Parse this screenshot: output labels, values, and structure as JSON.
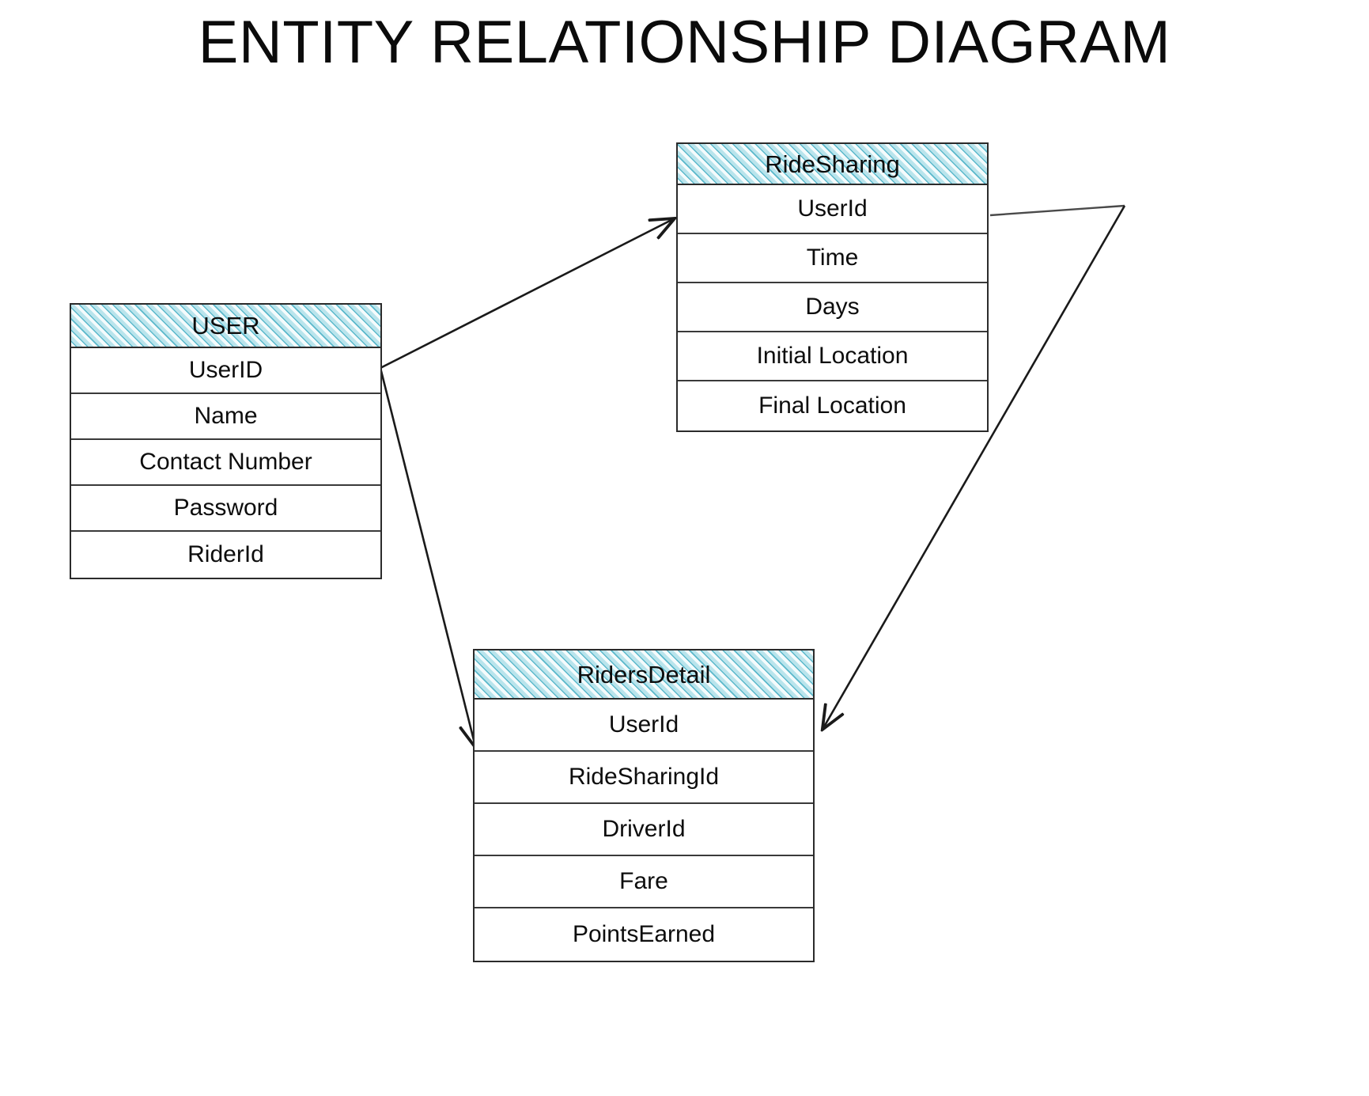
{
  "title": "ENTITY RELATIONSHIP DIAGRAM",
  "colors": {
    "header_fill": "#b9e4ec",
    "header_hatch": "#0e94b0",
    "border": "#2b2b2b",
    "text": "#0d0d0d",
    "background": "#ffffff",
    "connector": "#1a1a1a"
  },
  "entities": [
    {
      "id": "user",
      "name": "USER",
      "attributes": [
        {
          "label": "UserID"
        },
        {
          "label": "Name"
        },
        {
          "label": "Contact Number"
        },
        {
          "label": "Password"
        },
        {
          "label": "RiderId"
        }
      ]
    },
    {
      "id": "ridesharing",
      "name": "RideSharing",
      "attributes": [
        {
          "label": "UserId"
        },
        {
          "label": "Time"
        },
        {
          "label": "Days"
        },
        {
          "label": "Initial Location"
        },
        {
          "label": "Final Location"
        }
      ]
    },
    {
      "id": "ridersdetail",
      "name": "RidersDetail",
      "attributes": [
        {
          "label": "UserId"
        },
        {
          "label": "RideSharingId"
        },
        {
          "label": "DriverId"
        },
        {
          "label": "Fare"
        },
        {
          "label": "PointsEarned"
        }
      ]
    }
  ],
  "relationships": [
    {
      "id": "user-to-ridesharing",
      "from": "USER.UserID",
      "to": "RideSharing.UserId",
      "arrow": "single"
    },
    {
      "id": "user-to-ridersdetail",
      "from": "USER.UserID",
      "to": "RidersDetail.UserId",
      "arrow": "single"
    },
    {
      "id": "ridesharing-to-ridersdetail",
      "from": "RideSharing.UserId",
      "to": "RidersDetail.UserId",
      "arrow": "single"
    }
  ]
}
